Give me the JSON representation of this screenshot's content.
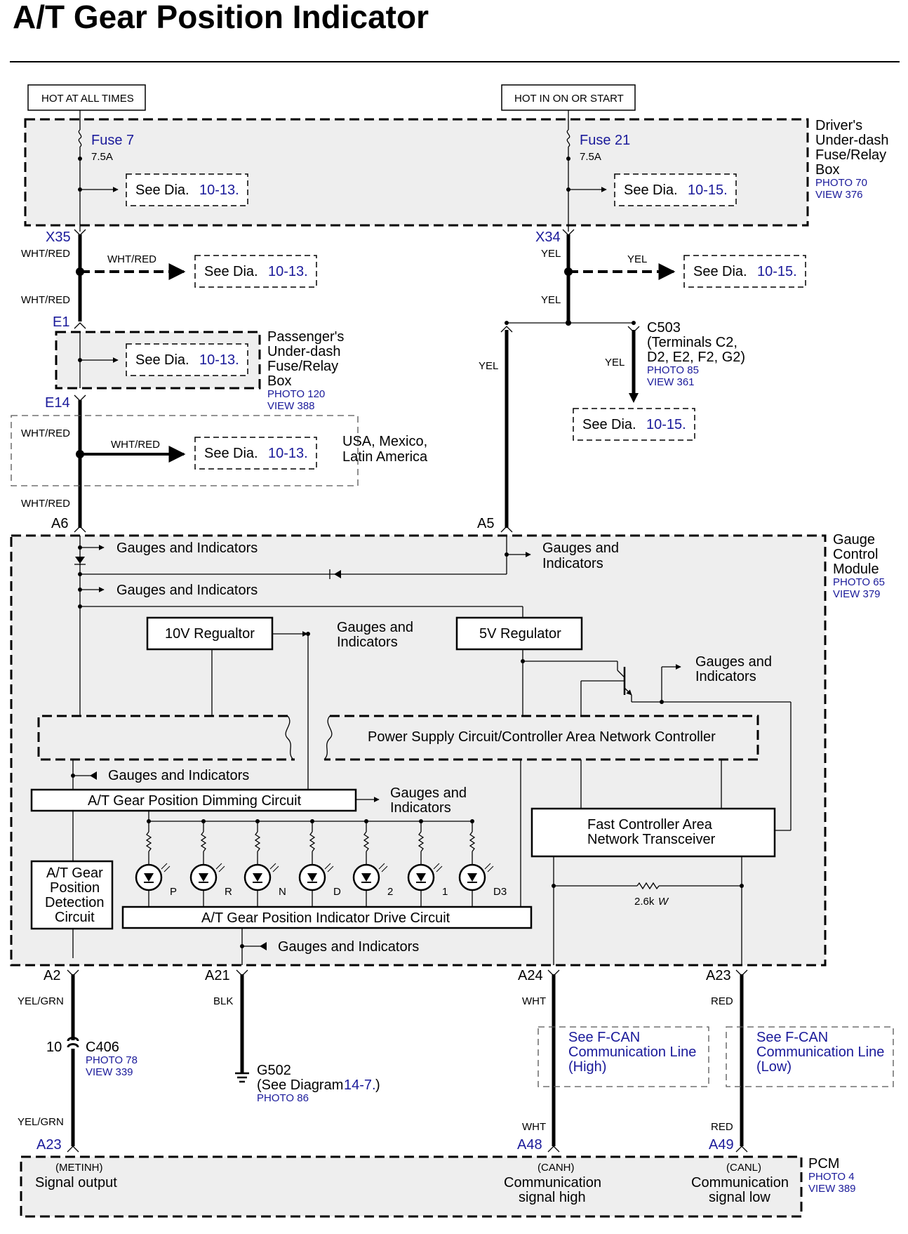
{
  "title": "A/T Gear Position Indicator",
  "power": {
    "hot_all_times": "HOT AT ALL TIMES",
    "hot_in_on": "HOT IN ON OR START"
  },
  "drivers_box": {
    "label_lines": [
      "Driver's",
      "Under-dash",
      "Fuse/Relay",
      "Box"
    ],
    "photo": "PHOTO 70",
    "view": "VIEW 376",
    "fuse7": "Fuse 7",
    "fuse7_amp": "7.5A",
    "fuse21": "Fuse 21",
    "fuse21_amp": "7.5A"
  },
  "see": {
    "see": "See",
    "dia": "Dia."
  },
  "refs": {
    "r1013": "10-13.",
    "r1015": "10-15."
  },
  "connectors": {
    "x35": "X35",
    "x34": "X34",
    "e1": "E1",
    "e14": "E14",
    "a6": "A6",
    "a5": "A5",
    "a2": "A2",
    "a21": "A21",
    "a24": "A24",
    "a23_gcm": "A23",
    "a23_pcm": "A23",
    "a48": "A48",
    "a49": "A49"
  },
  "wires": {
    "wht_red": "WHT/RED",
    "yel": "YEL",
    "yel_grn": "YEL/GRN",
    "blk": "BLK",
    "wht": "WHT",
    "red": "RED"
  },
  "passengers_box": {
    "label_lines": [
      "Passenger's",
      "Under-dash",
      "Fuse/Relay",
      "Box"
    ],
    "photo": "PHOTO 120",
    "view": "VIEW 388"
  },
  "region_note": [
    "USA, Mexico,",
    "Latin America"
  ],
  "c503": {
    "lines": [
      "C503",
      "(Terminals C2,",
      "D2, E2, F2, G2)"
    ],
    "photo": "PHOTO 85",
    "view": "VIEW 361"
  },
  "gcm": {
    "label_lines": [
      "Gauge",
      "Control",
      "Module"
    ],
    "photo": "PHOTO 65",
    "view": "VIEW 379",
    "gauges": "Gauges and Indicators",
    "gauges_l1": "Gauges and",
    "gauges_l2": "Indicators",
    "reg10": "10V Regualtor",
    "reg5": "5V Regulator",
    "power_supply": "Power Supply Circuit/Controller Area Network Controller",
    "dimming": "A/T Gear Position Dimming Circuit",
    "transceiver_lines": [
      "Fast Controller Area",
      "Network Transceiver"
    ],
    "detection_lines": [
      "A/T Gear",
      "Position",
      "Detection",
      "Circuit"
    ],
    "drive": "A/T Gear Position Indicator Drive Circuit",
    "resistor": "2.6k",
    "ohm": "W",
    "leds": [
      "P",
      "R",
      "N",
      "D",
      "2",
      "1",
      "D3"
    ]
  },
  "c406": {
    "pin": "10",
    "name": "C406",
    "photo": "PHOTO 78",
    "view": "VIEW 339"
  },
  "g502": {
    "name": "G502",
    "see_prefix": "(See Diagram ",
    "diagram": "14-7.",
    "close": ")",
    "photo": "PHOTO 86"
  },
  "fcan_high": [
    "See F-CAN",
    "Communication Line",
    "(High)"
  ],
  "fcan_low": [
    "See F-CAN",
    "Communication Line",
    "(Low)"
  ],
  "pcm": {
    "label": "PCM",
    "photo": "PHOTO 4",
    "view": "VIEW 389",
    "metinh": "(METINH)",
    "signal_output": "Signal output",
    "canh": "(CANH)",
    "canl": "(CANL)",
    "comm": "Communication",
    "sig_high": "signal high",
    "sig_low": "signal low"
  }
}
